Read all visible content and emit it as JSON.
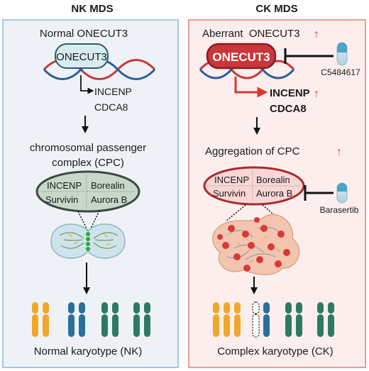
{
  "left": {
    "title": "NK MDS",
    "subtitle": "Normal ONECUT3",
    "gene_box": "ONECUT3",
    "targets": [
      "INCENP",
      "CDCA8"
    ],
    "cpc_label_1": "chromosomal passenger",
    "cpc_label_2": "complex (CPC)",
    "proteins": [
      "INCENP",
      "Borealin",
      "Survivin",
      "Aurora B"
    ],
    "karyotype": "Normal karyotype (NK)"
  },
  "right": {
    "title": "CK MDS",
    "subtitle": "Aberrant  ONECUT3",
    "up_arrow": "↑",
    "gene_box": "ONECUT3",
    "inhibitor_1": "C5484617",
    "targets": [
      "INCENP",
      "CDCA8"
    ],
    "aggregation_label": "Aggregation of CPC",
    "proteins": [
      "INCENP",
      "Borealin",
      "Survivin",
      "Aurora B"
    ],
    "inhibitor_2": "Barasertib",
    "karyotype": "Complex karyotype (CK)"
  },
  "colors": {
    "left_panel_bg": "#eef2f7",
    "left_panel_border": "#8bb8d8",
    "right_panel_bg": "#fdeeee",
    "right_panel_border": "#d98080",
    "normal_gene_fill": "#d7ecef",
    "aberrant_gene_fill": "#c9373b",
    "up_arrow": "#d63a2f",
    "chrom_orange": "#f0a826",
    "chrom_blue": "#2a6f9e",
    "chrom_green": "#2d7a63"
  }
}
